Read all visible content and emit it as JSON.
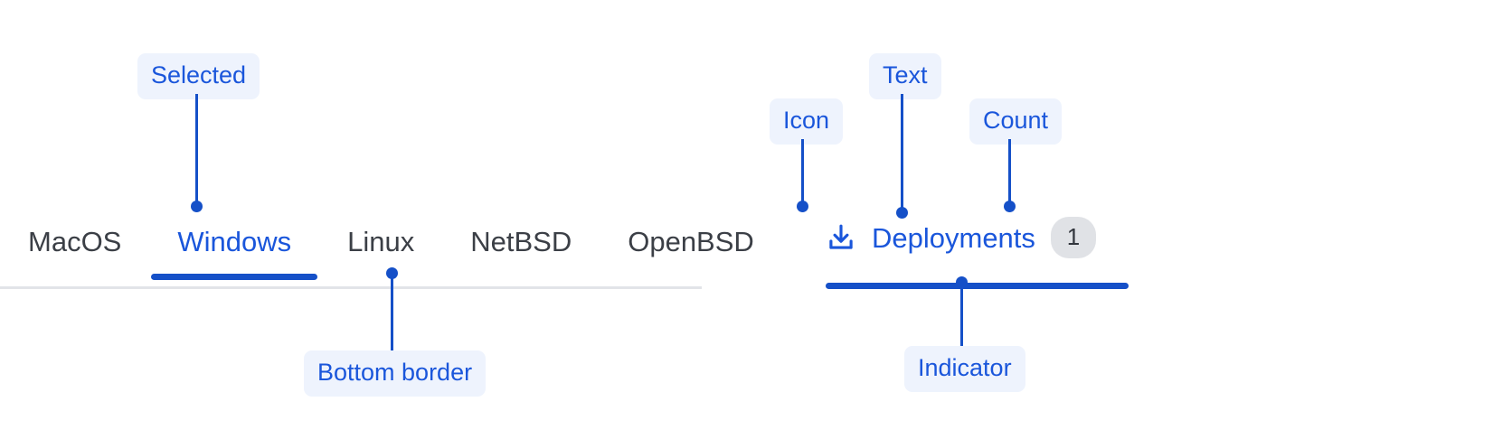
{
  "left_component": {
    "tabs": [
      {
        "label": "MacOS",
        "selected": false
      },
      {
        "label": "Windows",
        "selected": true
      },
      {
        "label": "Linux",
        "selected": false
      },
      {
        "label": "NetBSD",
        "selected": false
      },
      {
        "label": "OpenBSD",
        "selected": false
      }
    ],
    "annotations": {
      "selected": "Selected",
      "bottom_border": "Bottom border"
    }
  },
  "right_component": {
    "tab": {
      "icon": "download-icon",
      "label": "Deployments",
      "count": "1",
      "selected": true
    },
    "annotations": {
      "icon": "Icon",
      "text": "Text",
      "count": "Count",
      "indicator": "Indicator"
    }
  },
  "colors": {
    "accent_blue": "#1a56db",
    "leader_blue": "#1550c8",
    "chip_bg": "#eef3fd",
    "tab_text": "#3b3f46",
    "border_gray": "#e2e4e8",
    "badge_bg": "#e0e2e6",
    "badge_text": "#32363d"
  }
}
